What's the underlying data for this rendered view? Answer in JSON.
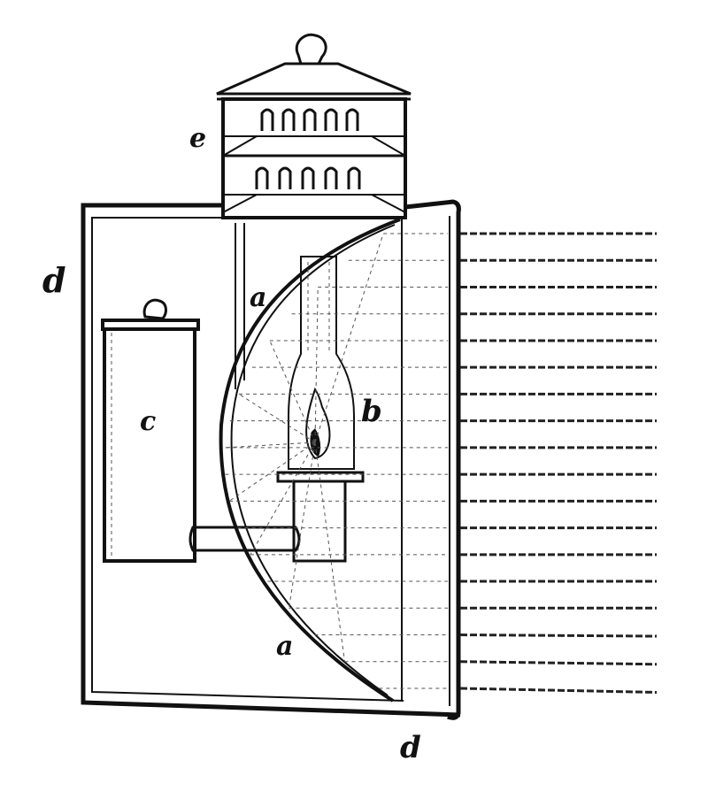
{
  "labels": {
    "e": "e",
    "d_top": "d",
    "a_top": "a",
    "b": "b",
    "c": "c",
    "a_bottom": "a",
    "d_bottom": "d"
  },
  "colors": {
    "ink": "#111111",
    "paper": "#ffffff"
  }
}
